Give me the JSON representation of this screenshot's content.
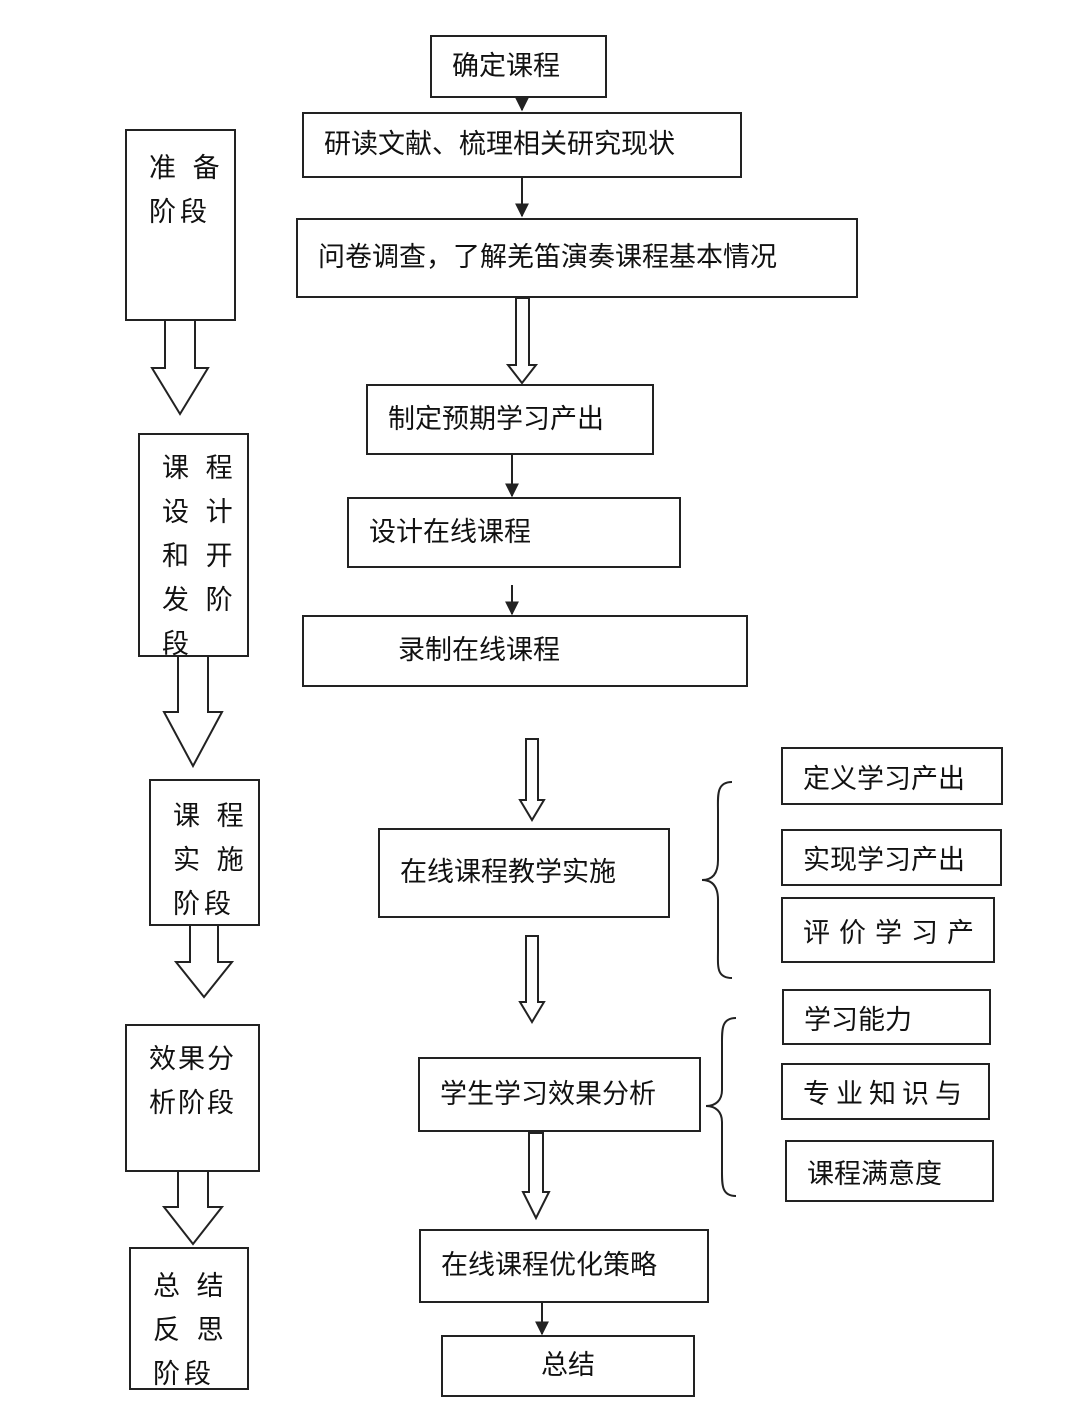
{
  "main_steps": [
    "确定课程",
    "研读文献、梳理相关研究现状",
    "问卷调查，了解羌笛演奏课程基本情况",
    "制定预期学习产出",
    "设计在线课程",
    "录制在线课程",
    "在线课程教学实施",
    "学生学习效果分析",
    "在线课程优化策略",
    "总结"
  ],
  "stages": [
    {
      "lines": [
        "准 备",
        "阶段"
      ]
    },
    {
      "lines": [
        "课 程",
        "设 计",
        "和 开",
        "发 阶",
        "段"
      ]
    },
    {
      "lines": [
        "课 程",
        "实 施",
        "阶段"
      ]
    },
    {
      "lines": [
        "效果分",
        "析阶段"
      ]
    },
    {
      "lines": [
        "总 结",
        "反 思",
        "阶段"
      ]
    }
  ],
  "implementation_items": [
    "定义学习产出",
    "实现学习产出",
    "评价学习产"
  ],
  "analysis_items": [
    "学习能力",
    "专业知识与",
    "课程满意度"
  ],
  "colors": {
    "line": "#222222",
    "background": "#ffffff"
  }
}
